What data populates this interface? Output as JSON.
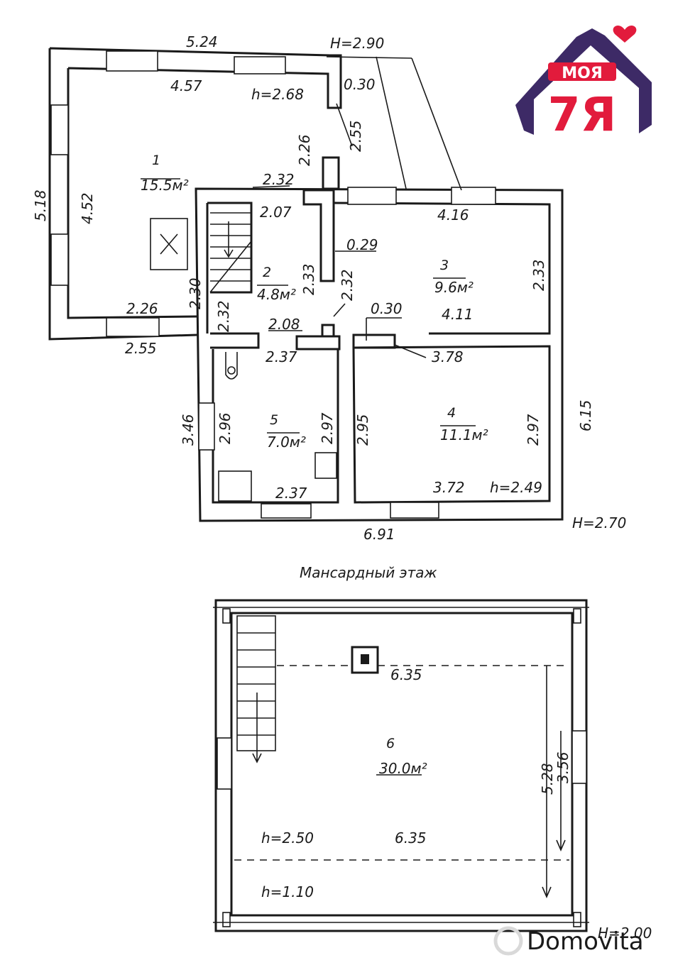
{
  "logo": {
    "word": "МОЯ",
    "mark": "7Я"
  },
  "watermark": "Domovita",
  "ground_floor": {
    "heights": {
      "H_top": "H=2.90",
      "H_bottom": "H=2.70"
    },
    "rooms": [
      {
        "num": "1",
        "area": "15.5м²"
      },
      {
        "num": "2",
        "area": "4.8м²"
      },
      {
        "num": "3",
        "area": "9.6м²"
      },
      {
        "num": "4",
        "area": "11.1м²"
      },
      {
        "num": "5",
        "area": "7.0м²"
      }
    ],
    "dims": {
      "d524": "5.24",
      "d457": "4.57",
      "h268": "h=2.68",
      "d030a": "0.30",
      "d255a": "2.55",
      "d518": "5.18",
      "d452": "4.52",
      "d226a": "2.26",
      "d232a": "2.32",
      "d207": "2.07",
      "d029": "0.29",
      "d416": "4.16",
      "d233a": "2.33",
      "d233b": "2.33",
      "d232b": "2.32",
      "d230": "2.30",
      "d226b": "2.26",
      "d255b": "2.55",
      "d232c": "2.32",
      "d208": "2.08",
      "d030b": "0.30",
      "d411": "4.11",
      "d237a": "2.37",
      "d378": "3.78",
      "d346": "3.46",
      "d296": "2.96",
      "d297a": "2.97",
      "d295": "2.95",
      "d297b": "2.97",
      "d615": "6.15",
      "d237b": "2.37",
      "d372": "3.72",
      "h249": "h=2.49",
      "d691": "6.91"
    }
  },
  "attic": {
    "title": "Мансардный этаж",
    "room": {
      "num": "6",
      "area": "30.0м²"
    },
    "dims": {
      "d635a": "6.35",
      "d635b": "6.35",
      "d528": "5.28",
      "d356": "3.56",
      "h250": "h=2.50",
      "h110": "h=1.10",
      "H200": "H=2.00"
    }
  }
}
